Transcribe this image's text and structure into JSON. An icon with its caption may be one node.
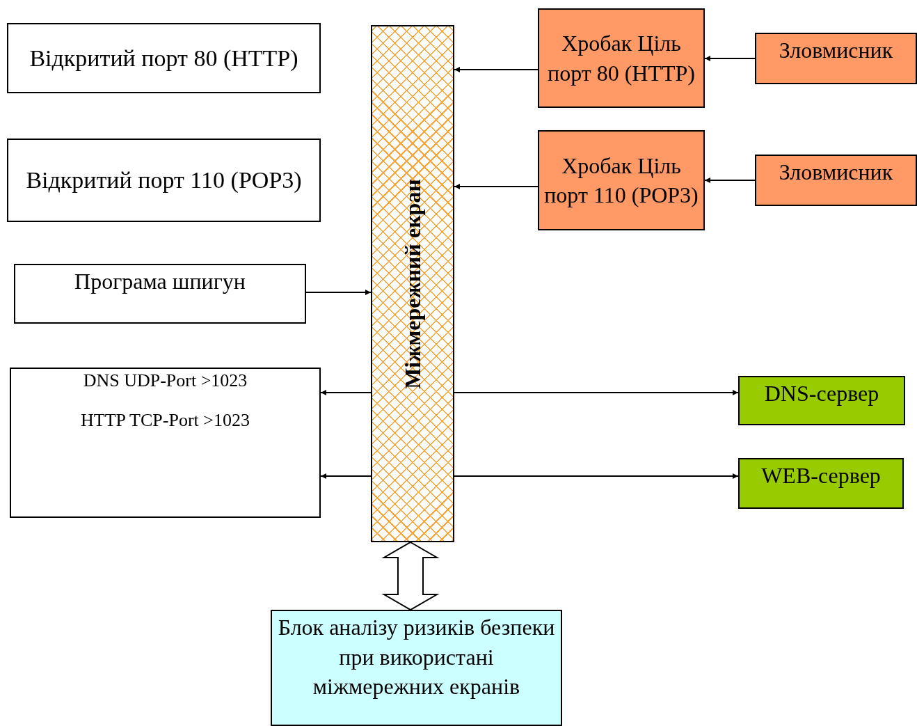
{
  "diagram": {
    "nodes": [
      {
        "text": [
          "Відкритий порт 80 (HTTP)"
        ]
      },
      {
        "text": [
          "Відкритий порт 110 (POP3)"
        ]
      },
      {
        "text": [
          "Програма шпигун"
        ]
      },
      {
        "text": [
          "DNS UDP-Port >1023",
          "HTTP TCP-Port >1023"
        ]
      },
      {
        "text": [
          "Міжмережний екран"
        ]
      },
      {
        "text": [
          "Хробак Ціль порт 80 (HTTP)"
        ]
      },
      {
        "text": [
          "Зловмисник"
        ]
      },
      {
        "text": [
          "Хробак Ціль порт 110 (POP3)"
        ]
      },
      {
        "text": [
          "Зловмисник"
        ]
      },
      {
        "text": [
          "DNS-сервер"
        ]
      },
      {
        "text": [
          "WEB-сервер"
        ]
      },
      {
        "text": [
          "Блок аналізу ризиків безпеки при використані міжмережних екранів"
        ]
      }
    ],
    "edges": [
      {
        "from": 5,
        "to": 4,
        "arrow": "to"
      },
      {
        "from": 6,
        "to": 5,
        "arrow": "to"
      },
      {
        "from": 7,
        "to": 4,
        "arrow": "to"
      },
      {
        "from": 8,
        "to": 7,
        "arrow": "to"
      },
      {
        "from": 2,
        "to": 4,
        "arrow": "to"
      },
      {
        "from": 4,
        "to": 3,
        "arrow": "to"
      },
      {
        "from": 4,
        "to": 3,
        "arrow": "to"
      },
      {
        "from": 4,
        "to": 9,
        "arrow": "to"
      },
      {
        "from": 4,
        "to": 10,
        "arrow": "to"
      },
      {
        "from": 4,
        "to": 11,
        "arrow": "both",
        "style": "thick"
      }
    ]
  }
}
